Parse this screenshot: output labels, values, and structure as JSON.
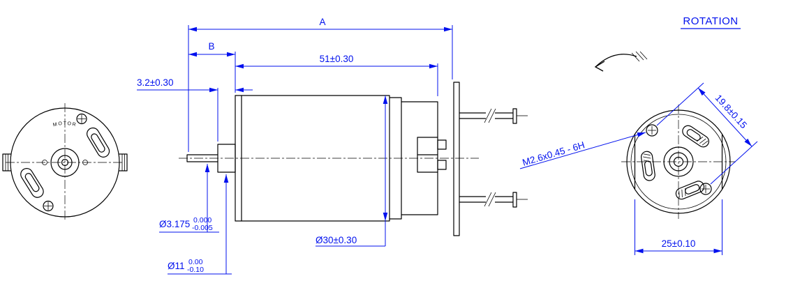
{
  "labels": {
    "rotation": "ROTATION",
    "face_stamp": "MOTOR"
  },
  "dimensions": {
    "overall_length": "A",
    "front_section": "B",
    "body_length": "51±0.30",
    "bushing_protrusion": "3.2±0.30",
    "shaft_diameter": "Ø3.175",
    "shaft_tolerance_upper": "0.000",
    "shaft_tolerance_lower": "-0.005",
    "bushing_diameter": "Ø11",
    "bushing_tolerance_upper": "0.00",
    "bushing_tolerance_lower": "-0.10",
    "body_diameter": "Ø30±0.30",
    "mounting_thread": "M2.6x0.45 - 6H",
    "mount_hole_pitch": "19.8±0.15",
    "across_flats": "25±0.10"
  },
  "colors": {
    "dimension_blue": "#0010ee",
    "drawing_black": "#000000",
    "background": "#ffffff"
  }
}
